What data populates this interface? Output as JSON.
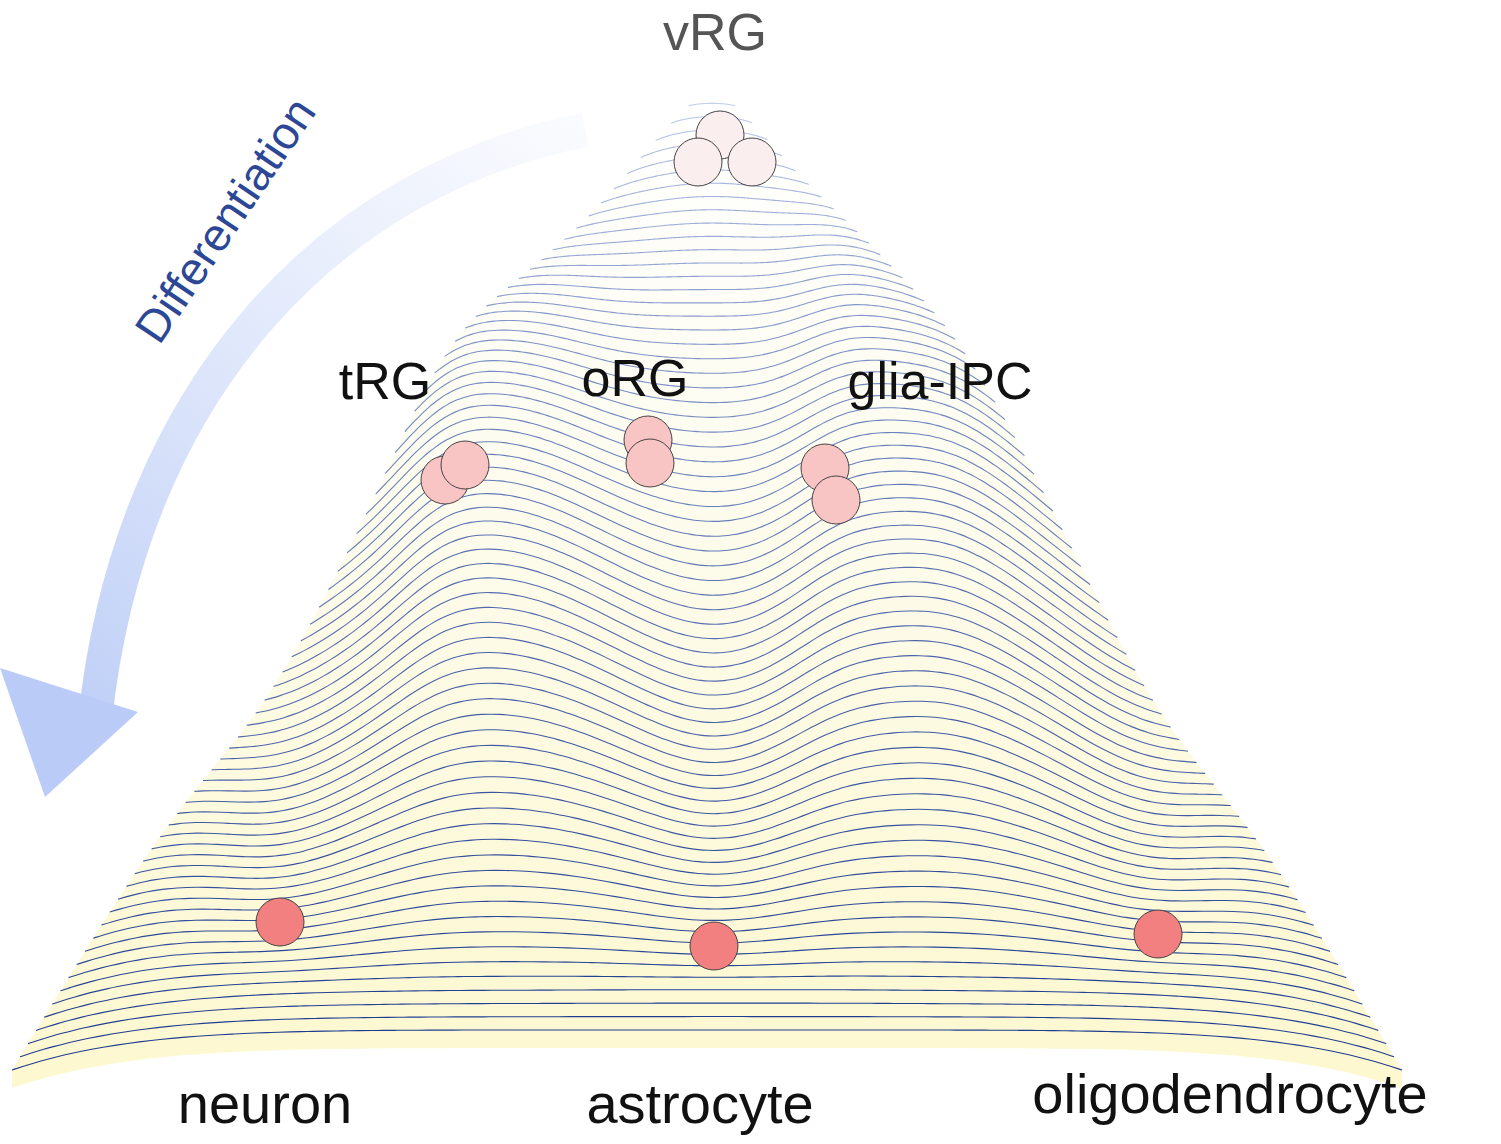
{
  "diagram": {
    "labels": [
      "vRG",
      "tRG",
      "oRG",
      "glia-IPC",
      "neuron",
      "astrocyte",
      "oligodendrocyte",
      "Differentiation"
    ]
  }
}
